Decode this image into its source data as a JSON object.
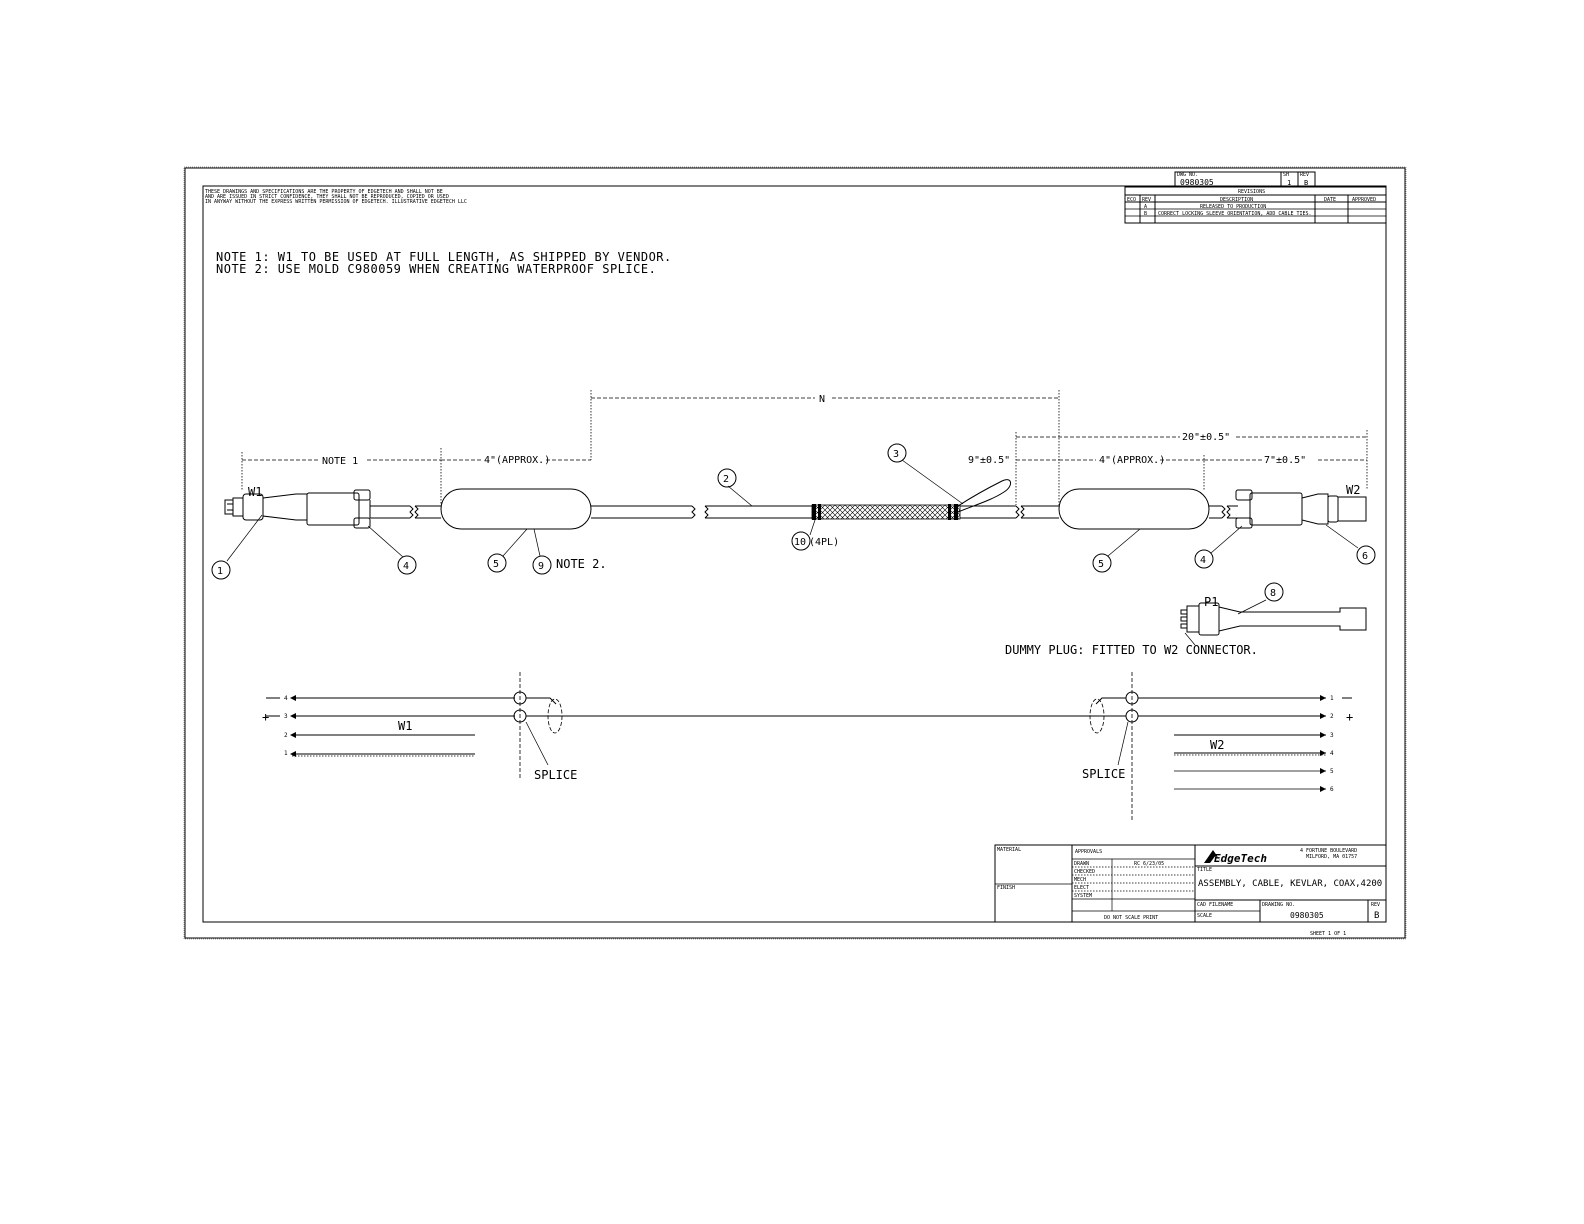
{
  "header": {
    "proprietary_lines": [
      "THESE DRAWINGS AND SPECIFICATIONS ARE THE PROPERTY OF EDGETECH AND SHALL NOT BE",
      "AND ARE ISSUED IN STRICT CONFIDENCE, THEY SHALL NOT BE REPRODUCED, COPIED OR USED",
      "IN ANYWAY WITHOUT THE EXPRESS WRITTEN PERMISSION OF EDGETECH. ILLUSTRATIVE EDGETECH LLC"
    ]
  },
  "dwg_box": {
    "dwg_no_label": "DWG NO.",
    "dwg_no": "0980305",
    "sh_label": "SH",
    "sh": "1",
    "rev_label": "REV",
    "rev": "B"
  },
  "revisions": {
    "title": "REVISIONS",
    "headers": [
      "ECO",
      "REV",
      "DESCRIPTION",
      "DATE",
      "APPROVED"
    ],
    "rows": [
      {
        "eco": "",
        "rev": "A",
        "description": "RELEASED TO PRODUCTION",
        "date": "",
        "approved": ""
      },
      {
        "eco": "",
        "rev": "B",
        "description": "CORRECT LOCKING SLEEVE ORIENTATION, ADD CABLE TIES.",
        "date": "",
        "approved": ""
      }
    ]
  },
  "notes": [
    "NOTE 1: W1 TO BE USED AT FULL LENGTH, AS SHIPPED BY VENDOR.",
    "NOTE 2: USE MOLD C980059 WHEN CREATING WATERPROOF SPLICE."
  ],
  "dimensions": {
    "n": "N",
    "note1": "NOTE 1",
    "approx_left": "4\"(APPROX.)",
    "approx_right": "4\"(APPROX.)",
    "nine": "9\"±0.5\"",
    "twenty": "20\"±0.5\"",
    "seven": "7\"±0.5\""
  },
  "labels": {
    "w1": "W1",
    "w2": "W2",
    "p1": "P1",
    "note2_ref": "NOTE 2.",
    "four_pl": "(4PL)",
    "dummy_plug": "DUMMY PLUG: FITTED TO W2 CONNECTOR.",
    "splice_left": "SPLICE",
    "splice_right": "SPLICE",
    "plus_left": "+",
    "plus_right": "+"
  },
  "balloons": [
    "1",
    "2",
    "3",
    "4",
    "5",
    "6",
    "8",
    "9",
    "10"
  ],
  "schematic": {
    "w1_pins": [
      "4",
      "3",
      "2",
      "1"
    ],
    "w2_pins": [
      "1",
      "2",
      "3",
      "4",
      "5",
      "6"
    ]
  },
  "title_block": {
    "material_label": "MATERIAL",
    "finish_label": "FINISH",
    "approvals_label": "APPROVALS",
    "approval_rows": [
      "DRAWN",
      "CHECKED",
      "MECH",
      "ELECT",
      "SYSTEM"
    ],
    "drawn_by": "RC  6/23/05",
    "do_not_scale": "DO NOT SCALE PRINT",
    "company": "EdgeTech",
    "address_1": "4 FORTUNE BOULEVARD",
    "address_2": "MILFORD, MA  01757",
    "title_label": "TITLE",
    "title": "ASSEMBLY, CABLE, KEVLAR, COAX,4200",
    "cad_label": "CAD FILENAME",
    "scale_label": "SCALE",
    "drawing_no_label": "DRAWING NO.",
    "drawing_no": "0980305",
    "rev_label": "REV",
    "rev": "B",
    "sheet": "SHEET 1 OF 1"
  }
}
